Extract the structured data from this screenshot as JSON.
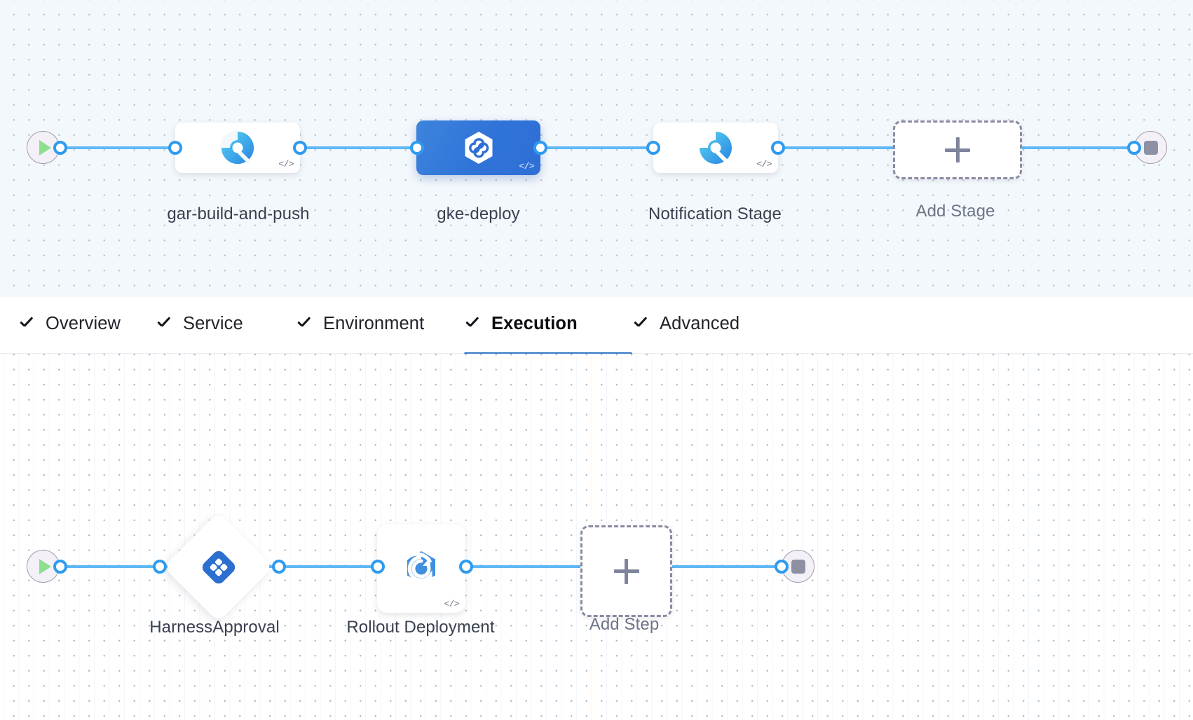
{
  "pipeline": {
    "stage_row": {
      "start_node": {
        "name": "start-node",
        "icon": "play-icon"
      },
      "end_node": {
        "name": "end-node",
        "icon": "stop-icon"
      },
      "stages": [
        {
          "id": "gar-build-and-push",
          "label": "gar-build-and-push",
          "icon": "ci-build-icon",
          "selected": false,
          "has_code_badge": true
        },
        {
          "id": "gke-deploy",
          "label": "gke-deploy",
          "icon": "harness-hexagon-icon",
          "selected": true,
          "has_code_badge": true
        },
        {
          "id": "notification-stage",
          "label": "Notification Stage",
          "icon": "ci-build-icon",
          "selected": false,
          "has_code_badge": true
        }
      ],
      "add_stage": {
        "label": "Add Stage",
        "icon": "plus-icon"
      }
    },
    "tabs": [
      {
        "id": "overview",
        "label": "Overview",
        "checked": true,
        "active": false
      },
      {
        "id": "service",
        "label": "Service",
        "checked": true,
        "active": false
      },
      {
        "id": "environment",
        "label": "Environment",
        "checked": true,
        "active": false
      },
      {
        "id": "execution",
        "label": "Execution",
        "checked": true,
        "active": true
      },
      {
        "id": "advanced",
        "label": "Advanced",
        "checked": true,
        "active": false
      }
    ],
    "step_row": {
      "start_node": {
        "name": "start-node",
        "icon": "play-icon"
      },
      "end_node": {
        "name": "end-node",
        "icon": "stop-icon"
      },
      "steps": [
        {
          "id": "harness-approval",
          "label": "HarnessApproval",
          "icon": "harness-approval-icon",
          "shape": "diamond",
          "has_code_badge": false
        },
        {
          "id": "rollout-deployment",
          "label": "Rollout Deployment",
          "icon": "rollout-deployment-icon",
          "shape": "rounded-square",
          "has_code_badge": true
        }
      ],
      "add_step": {
        "label": "Add Step",
        "icon": "plus-icon"
      }
    }
  },
  "colors": {
    "accent_blue": "#2f9bf0",
    "link_blue": "#5fb8f5",
    "selected_stage": "#3778c7",
    "tab_underline": "#3778c7",
    "canvas_stage_bg": "#f3f8fc",
    "canvas_step_bg": "#ffffff",
    "play_green": "#8ede8f",
    "stop_gray": "#8e90a4",
    "dashed_border": "#8b8aa3"
  }
}
